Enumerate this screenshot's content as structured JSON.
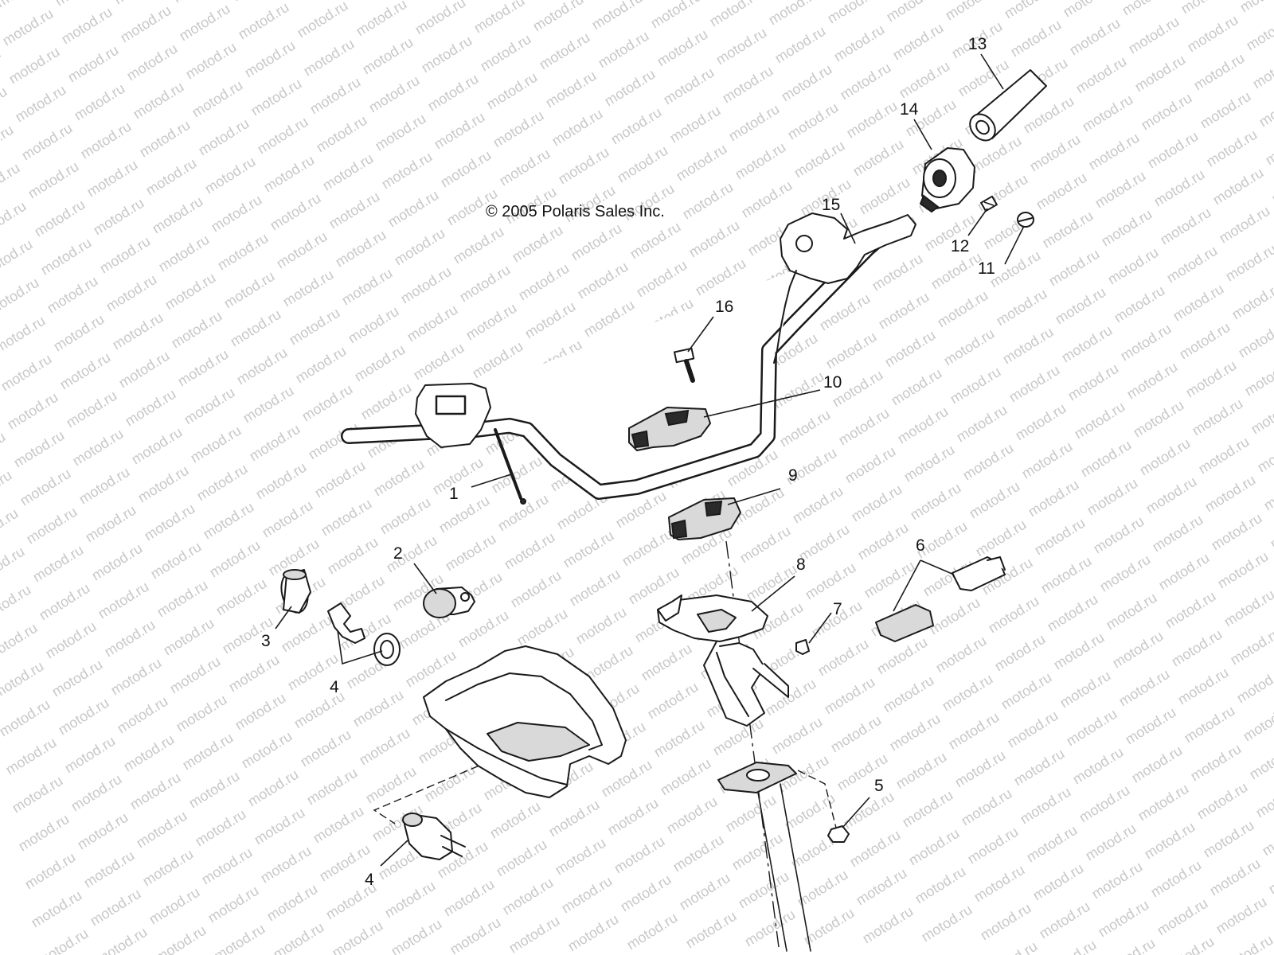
{
  "copyright": "© 2005 Polaris Sales Inc.",
  "watermark": "motod.ru",
  "callouts": [
    "1",
    "2",
    "3",
    "4",
    "4",
    "5",
    "6",
    "7",
    "8",
    "9",
    "10",
    "11",
    "12",
    "13",
    "14",
    "15",
    "16"
  ]
}
